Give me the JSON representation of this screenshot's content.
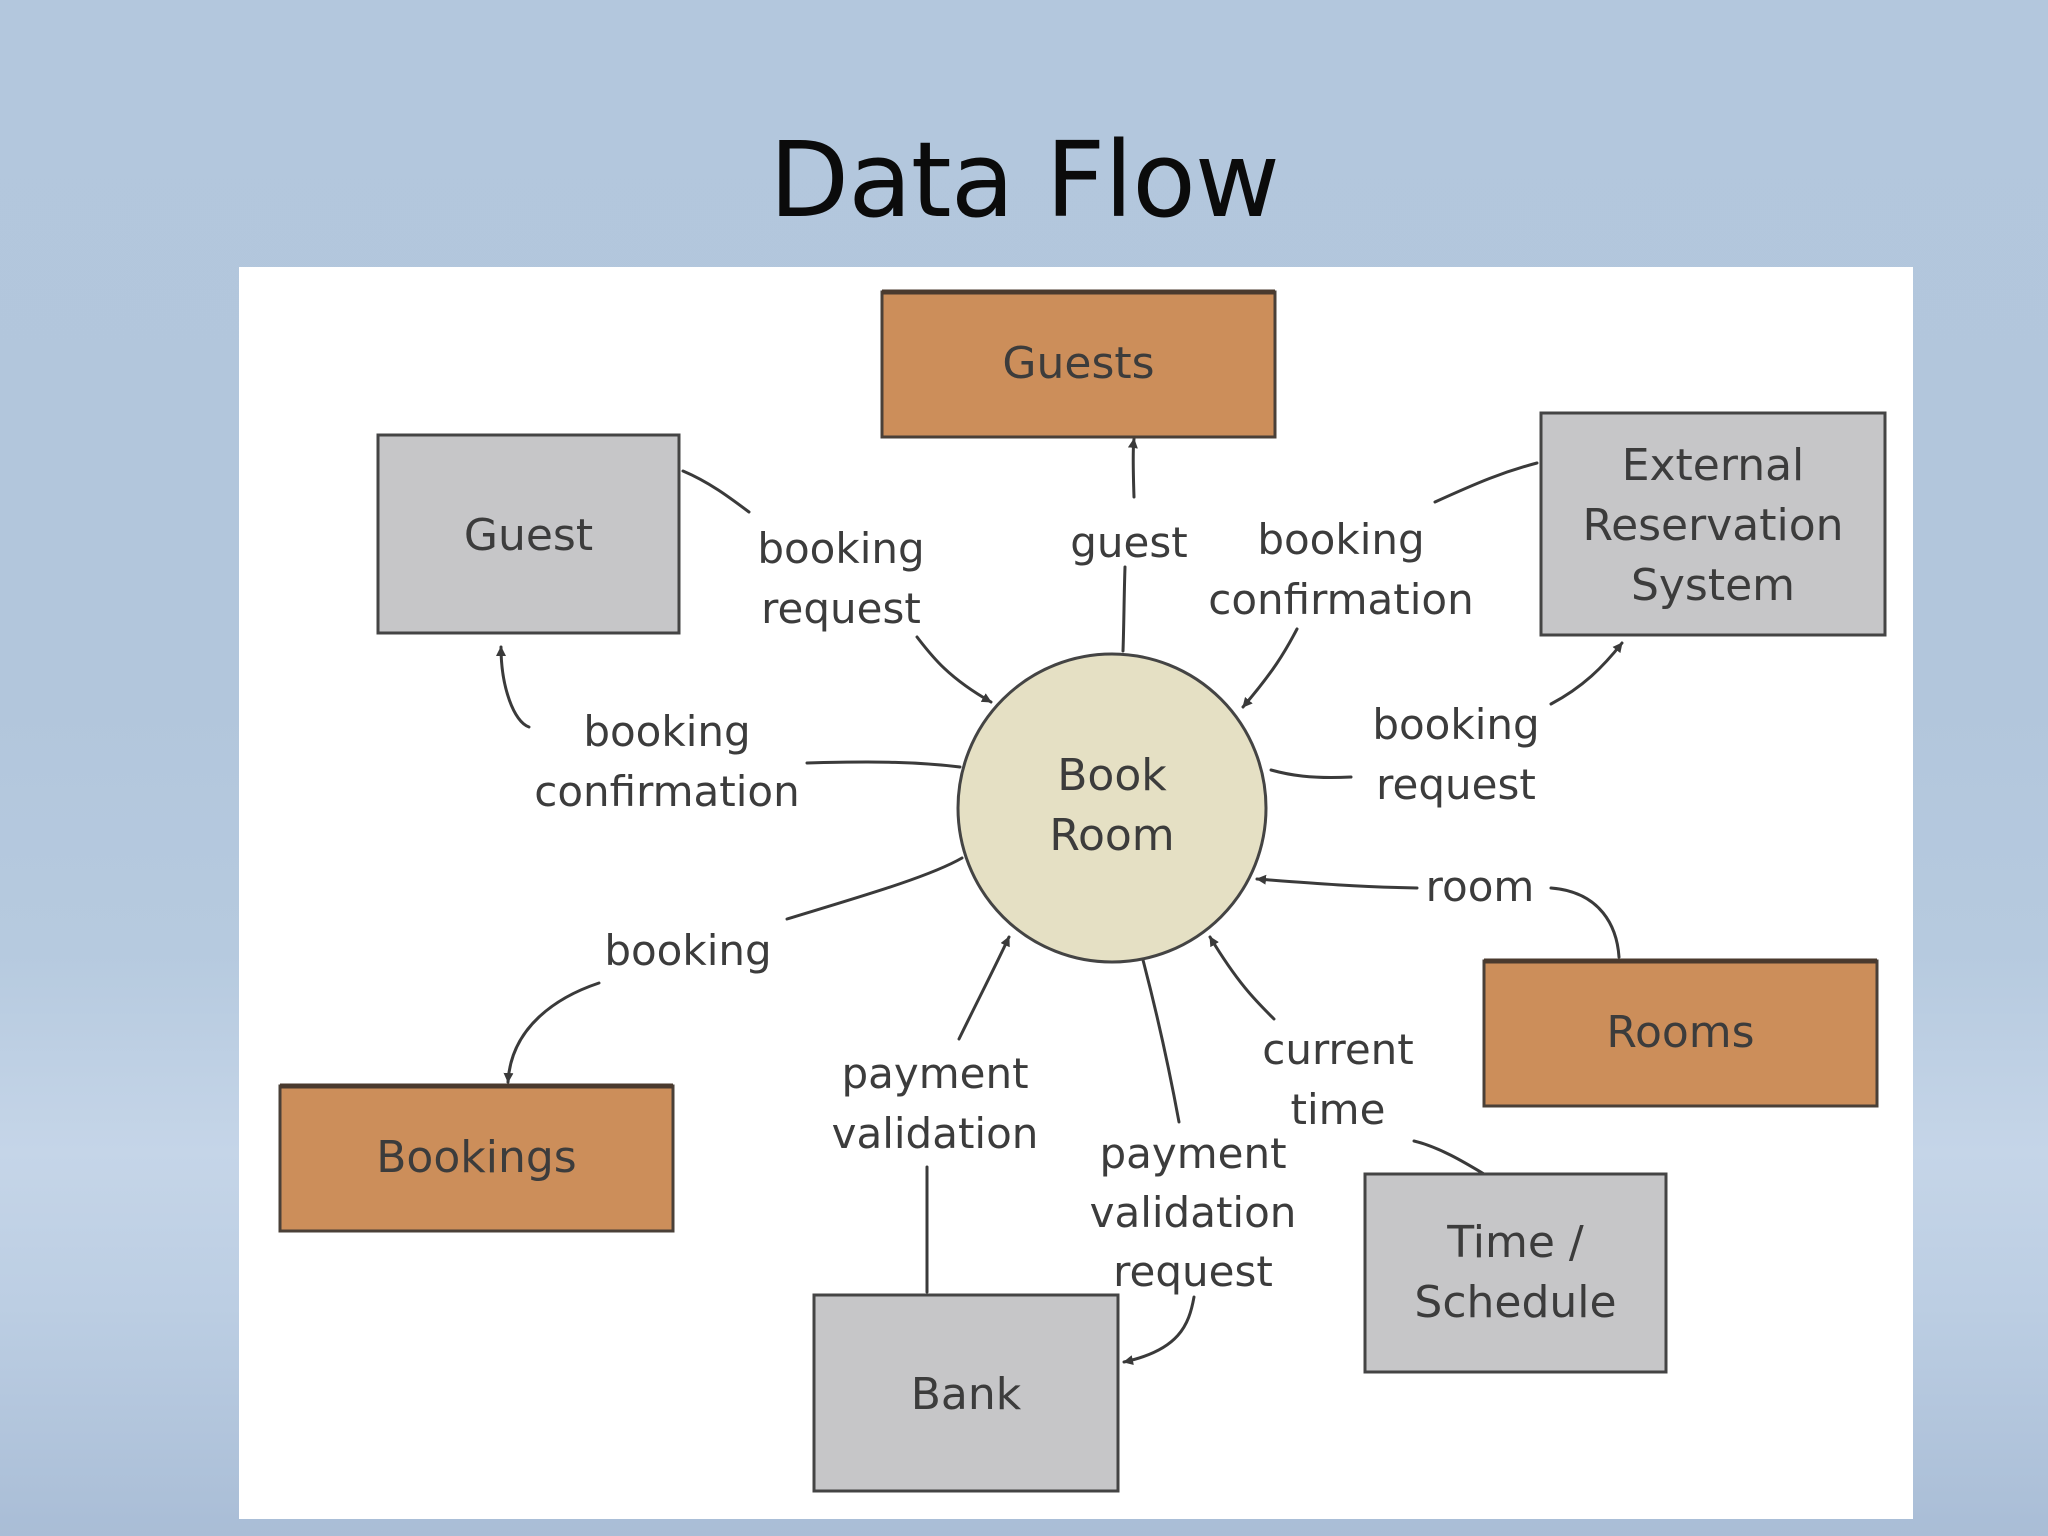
{
  "slide": {
    "title": "Data Flow"
  },
  "colors": {
    "background": "#b3c7dd",
    "data_store": "#cc8e5a",
    "external_entity": "#c6c6c8",
    "process": "#e5e0c4",
    "line": "#3a3a3a"
  },
  "diagram": {
    "process": {
      "label_lines": [
        "Book",
        "Room"
      ]
    },
    "data_stores": {
      "guests": "Guests",
      "rooms": "Rooms",
      "bookings": "Bookings"
    },
    "external_entities": {
      "guest": [
        "Guest"
      ],
      "external_reservation_system": [
        "External",
        "Reservation",
        "System"
      ],
      "bank": [
        "Bank"
      ],
      "time_schedule": [
        "Time /",
        "Schedule"
      ]
    },
    "flows": {
      "booking_request_from_guest": [
        "booking",
        "request"
      ],
      "guest_to_guests": [
        "guest"
      ],
      "booking_confirmation_from_external": [
        "booking",
        "confirmation"
      ],
      "booking_confirmation_to_guest": [
        "booking",
        "confirmation"
      ],
      "booking_request_to_external": [
        "booking",
        "request"
      ],
      "room": [
        "room"
      ],
      "booking": [
        "booking"
      ],
      "payment_validation": [
        "payment",
        "validation"
      ],
      "payment_validation_request": [
        "payment",
        "validation",
        "request"
      ],
      "current_time": [
        "current",
        "time"
      ]
    }
  }
}
